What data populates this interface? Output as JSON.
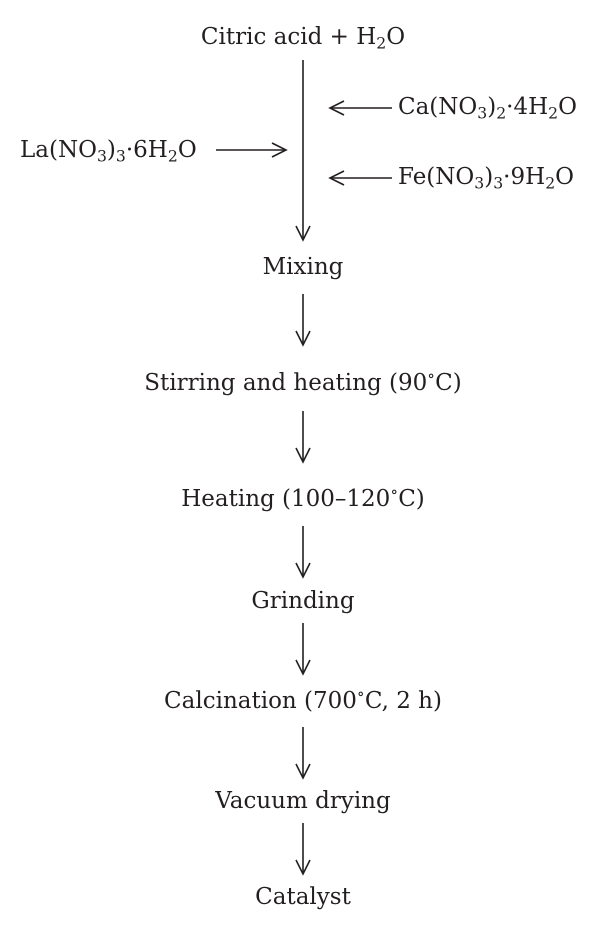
{
  "steps": {
    "citric": {
      "pre": "Citric acid + H",
      "sub": "2",
      "post": "O"
    },
    "ca": {
      "a": "Ca(NO",
      "s1": "3",
      "b": ")",
      "s2": "2",
      "c": "·4H",
      "s3": "2",
      "d": "O"
    },
    "la": {
      "a": "La(NO",
      "s1": "3",
      "b": ")",
      "s2": "3",
      "c": "·6H",
      "s3": "2",
      "d": "O"
    },
    "fe": {
      "a": "Fe(NO",
      "s1": "3",
      "b": ")",
      "s2": "3",
      "c": "·9H",
      "s3": "2",
      "d": "O"
    },
    "mixing": "Mixing",
    "stirring": {
      "pre": "Stirring and heating (90",
      "deg": "∘",
      "post": "C)"
    },
    "heating": {
      "pre": "Heating (100–120",
      "deg": "∘",
      "post": "C)"
    },
    "grinding": "Grinding",
    "calcination": {
      "pre": "Calcination (700",
      "deg": "∘",
      "post": "C, 2 h)"
    },
    "vacuum": "Vacuum drying",
    "catalyst": "Catalyst"
  }
}
